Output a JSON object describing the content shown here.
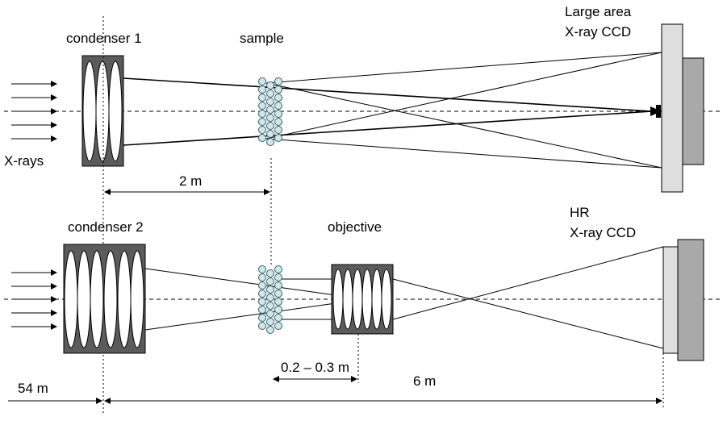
{
  "labels": {
    "condenser1": "condenser 1",
    "sample": "sample",
    "large_ccd_line1": "Large area",
    "large_ccd_line2": "X-ray CCD",
    "xrays": "X-rays",
    "dist_2m": "2 m",
    "condenser2": "condenser 2",
    "objective": "objective",
    "hr_ccd_line1": "HR",
    "hr_ccd_line2": "X-ray CCD",
    "dist_02_03m": "0.2 – 0.3 m",
    "dist_54m": "54 m",
    "dist_6m": "6 m"
  },
  "colors": {
    "lens_fill": "#5b5b5b",
    "sample_ball": "#cfe6ea",
    "ccd_front": "#dedede",
    "ccd_back": "#a9a9a9"
  }
}
